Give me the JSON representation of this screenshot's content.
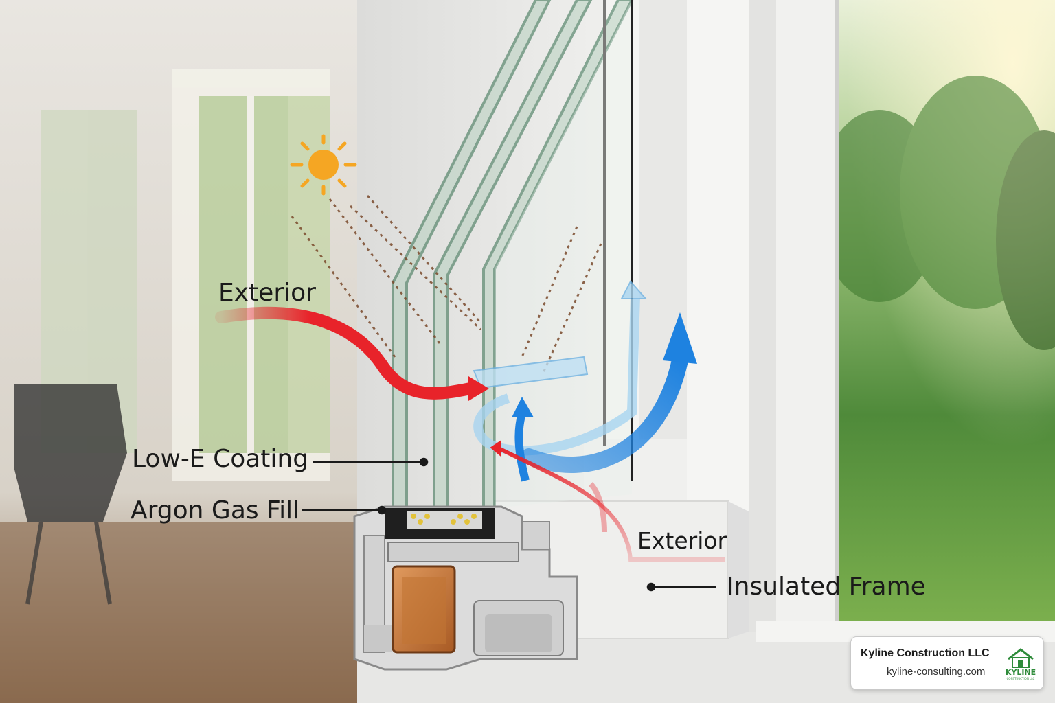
{
  "labels": {
    "exterior_top": "Exterior",
    "low_e_coating": "Low-E Coating",
    "argon_gas_fill": "Argon Gas Fill",
    "exterior_bottom": "Exterior",
    "insulated_frame": "Insulated Frame"
  },
  "brand": {
    "name": "Kyline Construction LLC",
    "url": "kyline-consulting.com",
    "logo_text": "KYLINE",
    "logo_subtext": "CONSTRUCTION LLC"
  },
  "colors": {
    "heat_arrow": "#e8232a",
    "cool_arrow": "#1e82e0",
    "glass_edge": "#2f6b4a",
    "frame": "#eeeeee",
    "steel_core": "#c97a3e",
    "sun": "#f5a623",
    "brand_green": "#2e8b3a"
  },
  "icons": {
    "sun": "sun-icon",
    "logo": "house-logo-icon"
  }
}
